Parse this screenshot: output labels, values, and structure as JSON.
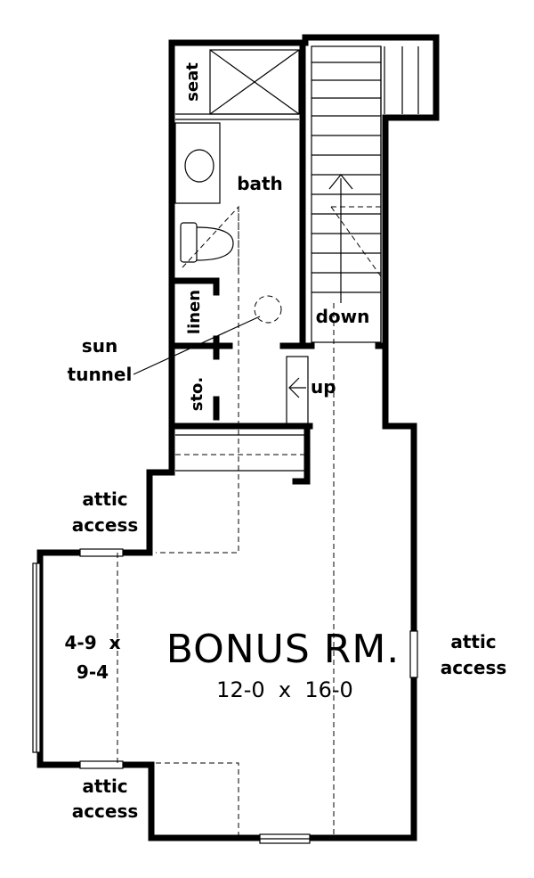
{
  "plan": {
    "labels": {
      "seat": "seat",
      "bath": "bath",
      "linen": "linen",
      "sto": "sto.",
      "down": "down",
      "up": "up",
      "sun_tunnel_line1": "sun",
      "sun_tunnel_line2": "tunnel",
      "attic_top_left_1": "attic",
      "attic_top_left_2": "access",
      "attic_right_1": "attic",
      "attic_right_2": "access",
      "attic_bottom_left_1": "attic",
      "attic_bottom_left_2": "access",
      "bay_dims_1": "4-9  x",
      "bay_dims_2": "9-4"
    },
    "bonus_room": {
      "name": "BONUS RM.",
      "dimensions": "12-0  x  16-0"
    }
  }
}
